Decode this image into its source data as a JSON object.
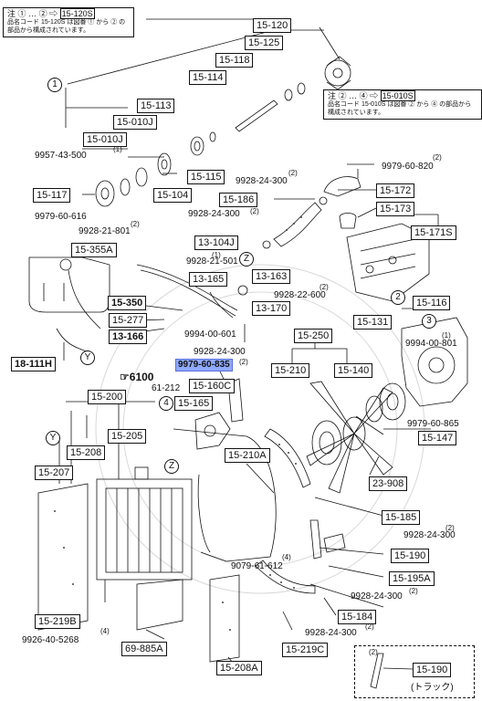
{
  "notes": {
    "top_left": {
      "prefix": "注",
      "range_from": "①",
      "range_to": "②",
      "code": "15-120S",
      "text": "品名コード 15-120S は図番 ① から ② の部品から構成されています。"
    },
    "right": {
      "prefix": "注",
      "range_from": "②",
      "range_to": "④",
      "code": "15-010S",
      "text": "品名コード 15-010S は図番 ② から ④ の部品から構成されています。"
    }
  },
  "callouts": {
    "c1": "1",
    "c2": "2",
    "c3": "3",
    "c4": "4",
    "Y_top": "Y",
    "Y_left": "Y",
    "Z_upper": "Z",
    "Z_lower": "Z"
  },
  "boxes": {
    "b15_120": "15-120",
    "b15_125": "15-125",
    "b15_118": "15-118",
    "b15_114": "15-114",
    "b15_113": "15-113",
    "b15_010J_a": "15-010J",
    "b15_010J_b": "15-010J",
    "b15_115": "15-115",
    "b15_117": "15-117",
    "b15_104": "15-104",
    "b15_186": "15-186",
    "b15_172": "15-172",
    "b15_173": "15-173",
    "b15_171S": "15-171S",
    "b13_104J": "13-104J",
    "b15_355A": "15-355A",
    "b13_165": "13-165",
    "b13_163": "13-163",
    "b13_170": "13-170",
    "b15_350": "15-350",
    "b15_277": "15-277",
    "b13_166": "13-166",
    "b18_111H": "18-111H",
    "b15_116": "15-116",
    "b15_131": "15-131",
    "b15_250": "15-250",
    "b15_210": "15-210",
    "b15_140": "15-140",
    "b15_160C": "15-160C",
    "b15_165": "15-165",
    "b15_200": "15-200",
    "b15_205": "15-205",
    "b15_208": "15-208",
    "b15_207": "15-207",
    "b15_210A": "15-210A",
    "b15_147": "15-147",
    "b23_908": "23-908",
    "b15_185": "15-185",
    "b15_190": "15-190",
    "b15_195A": "15-195A",
    "b15_184": "15-184",
    "b15_219B": "15-219B",
    "b69_885A": "69-885A",
    "b15_219C": "15-219C",
    "b15_208A": "15-208A",
    "b15_190_inset": "15-190"
  },
  "labels": {
    "l9957": "9957-43-500",
    "l9957q": "(1)",
    "l9979_616": "9979-60-616",
    "l9928_801": "9928-21-801",
    "l9928_801q": "(2)",
    "l9928_501": "9928-21-501",
    "l9928_501q": "(1)",
    "l9928_300a": "9928-24-300",
    "l9928_300aq": "(2)",
    "l9928_300b": "9928-24-300",
    "l9928_300bq": "(2)",
    "l9979_820": "9979-60-820",
    "l9979_820q": "(2)",
    "l9928_600": "9928-22-600",
    "l9928_600q": "(2)",
    "l9994_601": "9994-00-601",
    "l9928_300c": "9928-24-300",
    "l9979_835": "9979-60-835",
    "l9979_835q": "(2)",
    "l6100": "6100",
    "l61_212": "61-212",
    "l9994_801": "9994-00-801",
    "l9994_801q": "(1)",
    "l9979_865": "9979-60-865",
    "l9928_300d": "9928-24-300",
    "l9928_300dq": "(2)",
    "l9079_612": "9079-61-612",
    "l9079_612q": "(4)",
    "l9928_300e": "9928-24-300",
    "l9928_300eq": "(2)",
    "l9928_300f": "9928-24-300",
    "l9928_300fq": "(2)",
    "l9926_268": "9926-40-5268",
    "l9926_268q": "(4)",
    "l_inset_q": "(2)",
    "l_truck": "(トラック)"
  },
  "colors": {
    "line": "#111111",
    "highlight": "#8fa9ff",
    "highlight_border": "#5a6fd6"
  }
}
